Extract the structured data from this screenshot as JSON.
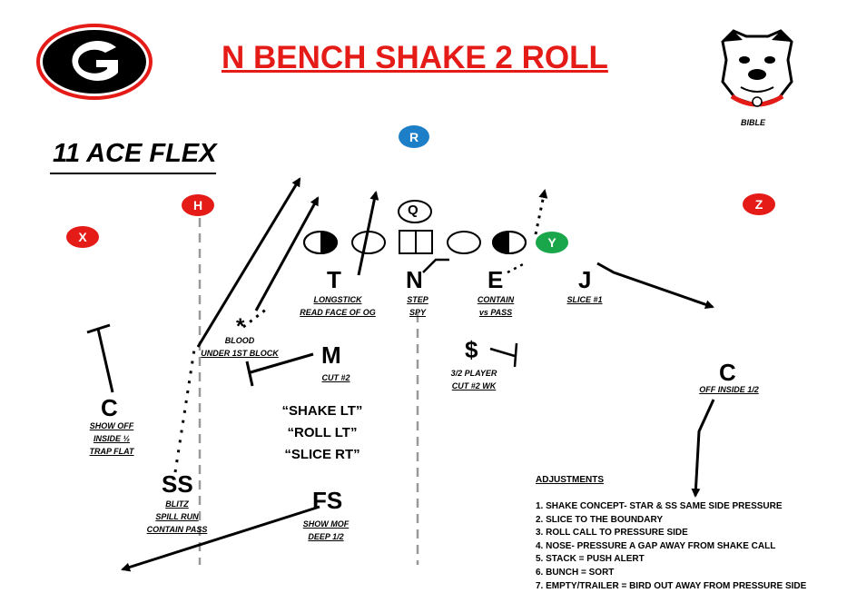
{
  "title": "N BENCH SHAKE 2 ROLL",
  "formation": "11 ACE FLEX",
  "logo_text": "G",
  "mascot_label": "BIBLE",
  "offense": {
    "R": "R",
    "Q": "Q",
    "H": "H",
    "X": "X",
    "Z": "Z",
    "Y": "Y"
  },
  "defenders": {
    "T": {
      "label": "T",
      "notes": [
        "LONGSTICK",
        "READ FACE OF OG"
      ]
    },
    "N": {
      "label": "N",
      "notes": [
        "STEP",
        "SPY"
      ]
    },
    "E": {
      "label": "E",
      "notes": [
        "CONTAIN",
        "vs PASS"
      ]
    },
    "J": {
      "label": "J",
      "notes": [
        "SLICE #1"
      ]
    },
    "Star": {
      "label": "*",
      "notes": [
        "BLOOD",
        "UNDER 1ST BLOCK"
      ]
    },
    "M": {
      "label": "M",
      "notes": [
        "CUT #2"
      ]
    },
    "Dollar": {
      "label": "$",
      "notes": [
        "3/2 PLAYER",
        "CUT #2 WK"
      ]
    },
    "C_left": {
      "label": "C",
      "notes": [
        "SHOW OFF",
        "INSIDE ½",
        "TRAP FLAT"
      ]
    },
    "C_right": {
      "label": "C",
      "notes": [
        "OFF INSIDE 1/2"
      ]
    },
    "SS": {
      "label": "SS",
      "notes": [
        "BLITZ",
        "SPILL RUN",
        "CONTAIN PASS"
      ]
    },
    "FS": {
      "label": "FS",
      "notes": [
        "SHOW MOF",
        "DEEP 1/2"
      ]
    }
  },
  "calls": [
    "“SHAKE LT”",
    "“ROLL LT”",
    "“SLICE RT”"
  ],
  "adjustments_title": "ADJUSTMENTS",
  "adjustments": [
    "1. SHAKE CONCEPT- STAR & SS SAME SIDE PRESSURE",
    "2. SLICE TO THE BOUNDARY",
    "3. ROLL CALL TO PRESSURE SIDE",
    "4. NOSE- PRESSURE A GAP AWAY FROM SHAKE CALL",
    "5. STACK = PUSH ALERT",
    "6. BUNCH = SORT",
    "7. EMPTY/TRAILER = BIRD OUT AWAY FROM PRESSURE SIDE"
  ],
  "colors": {
    "red": "#e41b17",
    "blue": "#1e7fc9",
    "green": "#1aa64a"
  }
}
